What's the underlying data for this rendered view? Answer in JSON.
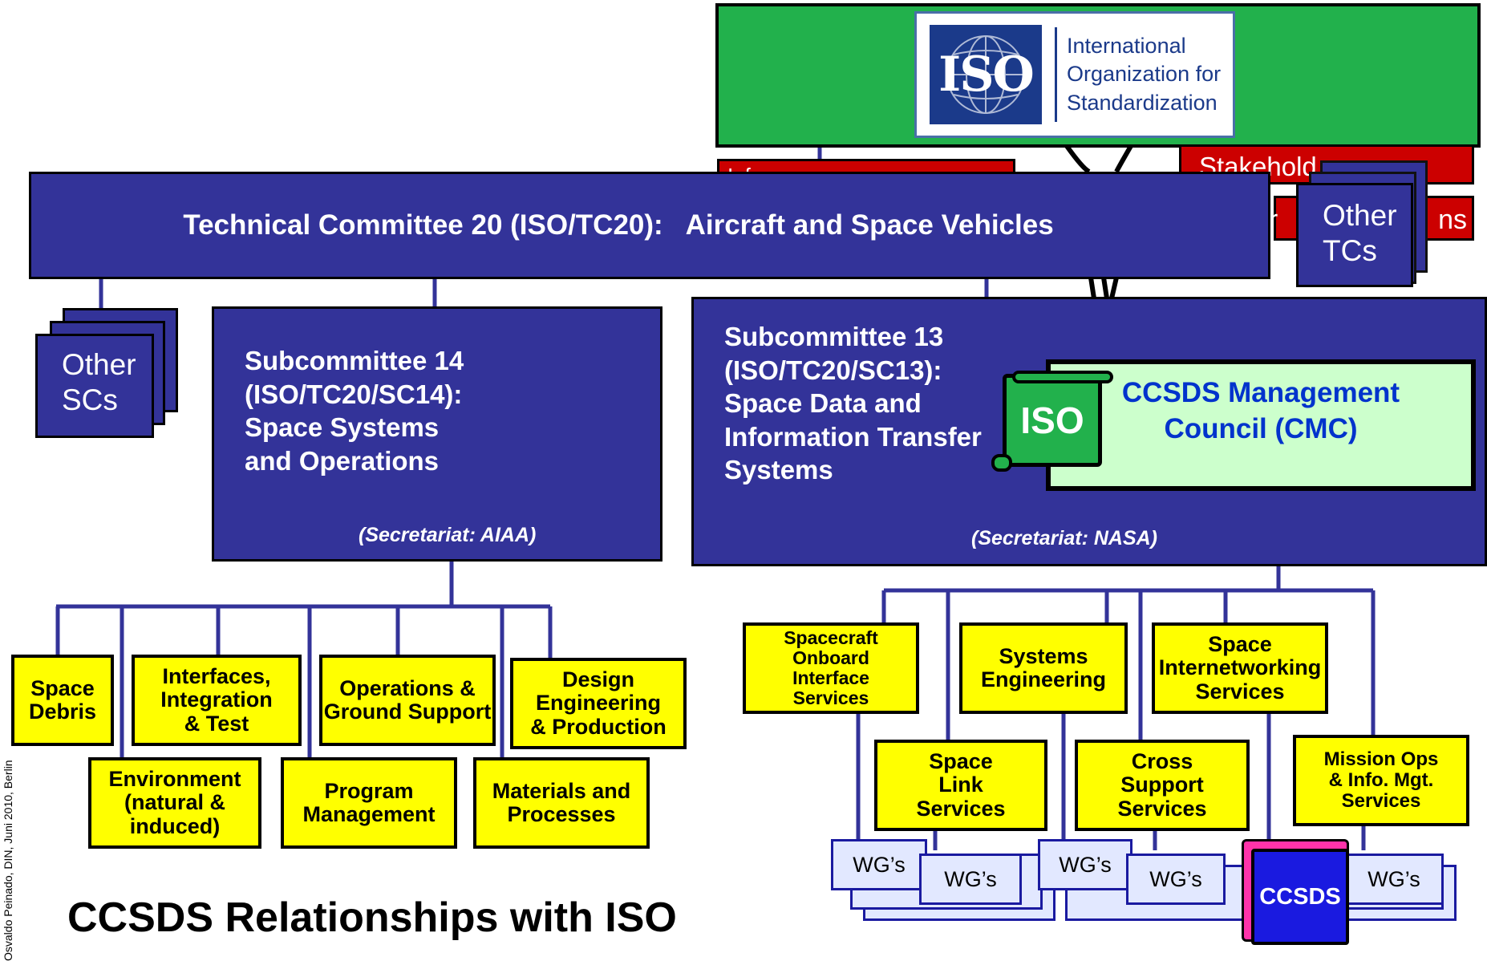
{
  "iso_logo": {
    "acronym": "ISO",
    "name": "International\nOrganization for\nStandardization"
  },
  "iso_frag": {
    "stakeholders_partial": "Stakehold",
    "left_partial": "Inf",
    "right_partial_a": "or",
    "right_partial_b": "ns"
  },
  "tc20": {
    "title": "Technical Committee 20 (ISO/TC20):   Aircraft and Space Vehicles"
  },
  "other_tcs": {
    "label": "Other\nTCs"
  },
  "other_scs": {
    "label": "Other\nSCs"
  },
  "sc14": {
    "title": "Subcommittee 14\n(ISO/TC20/SC14):\nSpace Systems\nand Operations",
    "secretariat": "(Secretariat: AIAA)"
  },
  "sc13": {
    "title": "Subcommittee 13\n(ISO/TC20/SC13):\nSpace Data and\nInformation Transfer\nSystems",
    "secretariat": "(Secretariat: NASA)"
  },
  "iso_scroll": {
    "label": "ISO"
  },
  "cmc": {
    "label": "CCSDS Management\nCouncil (CMC)"
  },
  "sc14_groups": {
    "space_debris": "Space\nDebris",
    "interfaces": "Interfaces,\nIntegration\n& Test",
    "operations": "Operations &\nGround Support",
    "design": "Design\nEngineering\n& Production",
    "environment": "Environment\n(natural &\ninduced)",
    "program": "Program\nManagement",
    "materials": "Materials and\nProcesses"
  },
  "ccsds_areas": {
    "spacecraft_onboard": "Spacecraft\nOnboard\nInterface\nServices",
    "systems_eng": "Systems\nEngineering",
    "space_internetworking": "Space\nInternetworking\nServices",
    "space_link": "Space\nLink\nServices",
    "cross_support": "Cross\nSupport\nServices",
    "mission_ops": "Mission  Ops\n& Info. Mgt.\nServices"
  },
  "wg_label": "WG’s",
  "ccsds_badge": "CCSDS",
  "main_title": "CCSDS Relationships with ISO",
  "side_footer": "Osvaldo Peinado, DIN, Juni 2010, Berlin",
  "colors": {
    "navy": "#333399",
    "iso_green": "#22b14c",
    "cmc_fill": "#ccffcc",
    "yellow": "#ffff00",
    "ccsds_blue": "#1a1ae0",
    "magenta": "#ff33aa",
    "dark_red": "#cc0000",
    "cmc_text": "#0033cc"
  }
}
